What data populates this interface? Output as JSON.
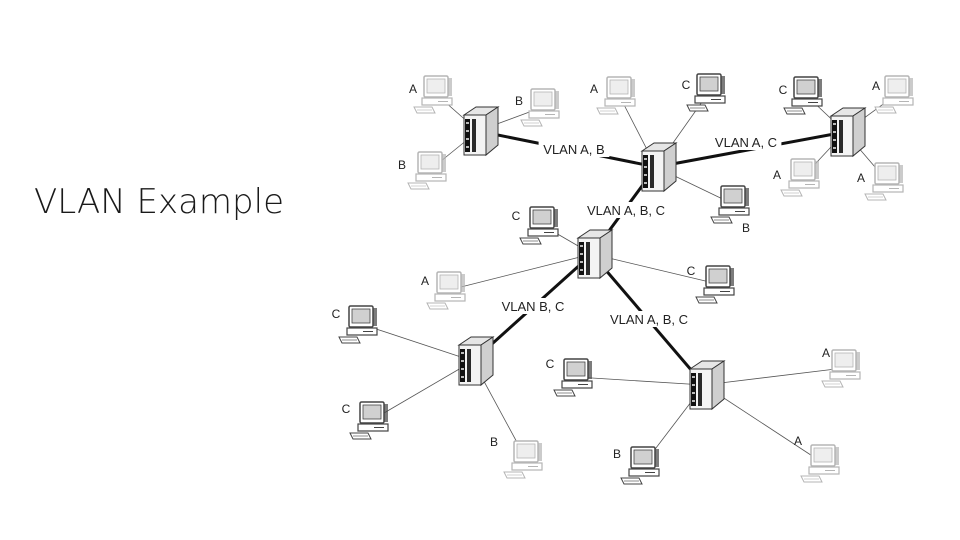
{
  "slide": {
    "title": "VLAN Example"
  },
  "diagram": {
    "switches": [
      {
        "id": "s1",
        "name": "switch-top-left"
      },
      {
        "id": "s2",
        "name": "switch-top-center"
      },
      {
        "id": "s3",
        "name": "switch-top-right"
      },
      {
        "id": "s4",
        "name": "switch-center"
      },
      {
        "id": "s5",
        "name": "switch-bottom-left"
      },
      {
        "id": "s6",
        "name": "switch-bottom-right"
      }
    ],
    "trunks": [
      {
        "from": "s1",
        "to": "s2",
        "label": "VLAN A, B"
      },
      {
        "from": "s2",
        "to": "s3",
        "label": "VLAN A, C"
      },
      {
        "from": "s2",
        "to": "s4",
        "label": "VLAN A, B, C"
      },
      {
        "from": "s4",
        "to": "s5",
        "label": "VLAN B, C"
      },
      {
        "from": "s4",
        "to": "s6",
        "label": "VLAN A, B, C"
      }
    ],
    "computers": [
      {
        "switch": "s1",
        "vlan": "A",
        "active": false
      },
      {
        "switch": "s1",
        "vlan": "B",
        "active": false
      },
      {
        "switch": "s1",
        "vlan": "B",
        "active": false
      },
      {
        "switch": "s2",
        "vlan": "A",
        "active": false
      },
      {
        "switch": "s2",
        "vlan": "C",
        "active": true
      },
      {
        "switch": "s2",
        "vlan": "B",
        "active": true
      },
      {
        "switch": "s3",
        "vlan": "C",
        "active": true
      },
      {
        "switch": "s3",
        "vlan": "A",
        "active": false
      },
      {
        "switch": "s3",
        "vlan": "A",
        "active": false
      },
      {
        "switch": "s3",
        "vlan": "A",
        "active": false
      },
      {
        "switch": "s4",
        "vlan": "C",
        "active": true
      },
      {
        "switch": "s4",
        "vlan": "A",
        "active": false
      },
      {
        "switch": "s4",
        "vlan": "C",
        "active": true
      },
      {
        "switch": "s5",
        "vlan": "C",
        "active": true
      },
      {
        "switch": "s5",
        "vlan": "C",
        "active": true
      },
      {
        "switch": "s5",
        "vlan": "B",
        "active": false
      },
      {
        "switch": "s6",
        "vlan": "C",
        "active": true
      },
      {
        "switch": "s6",
        "vlan": "A",
        "active": false
      },
      {
        "switch": "s6",
        "vlan": "B",
        "active": true
      },
      {
        "switch": "s6",
        "vlan": "A",
        "active": false
      }
    ],
    "colors": {
      "active_monitor": "#444444",
      "active_screen": "#d0d0d0",
      "inactive_monitor": "#b5b5b5",
      "inactive_screen": "#eeeeee",
      "switch_front": "#f4f4f4",
      "switch_side": "#cfcfcf",
      "switch_top": "#e6e6e6",
      "trunk": "#111111",
      "access_link": "#555555"
    }
  }
}
